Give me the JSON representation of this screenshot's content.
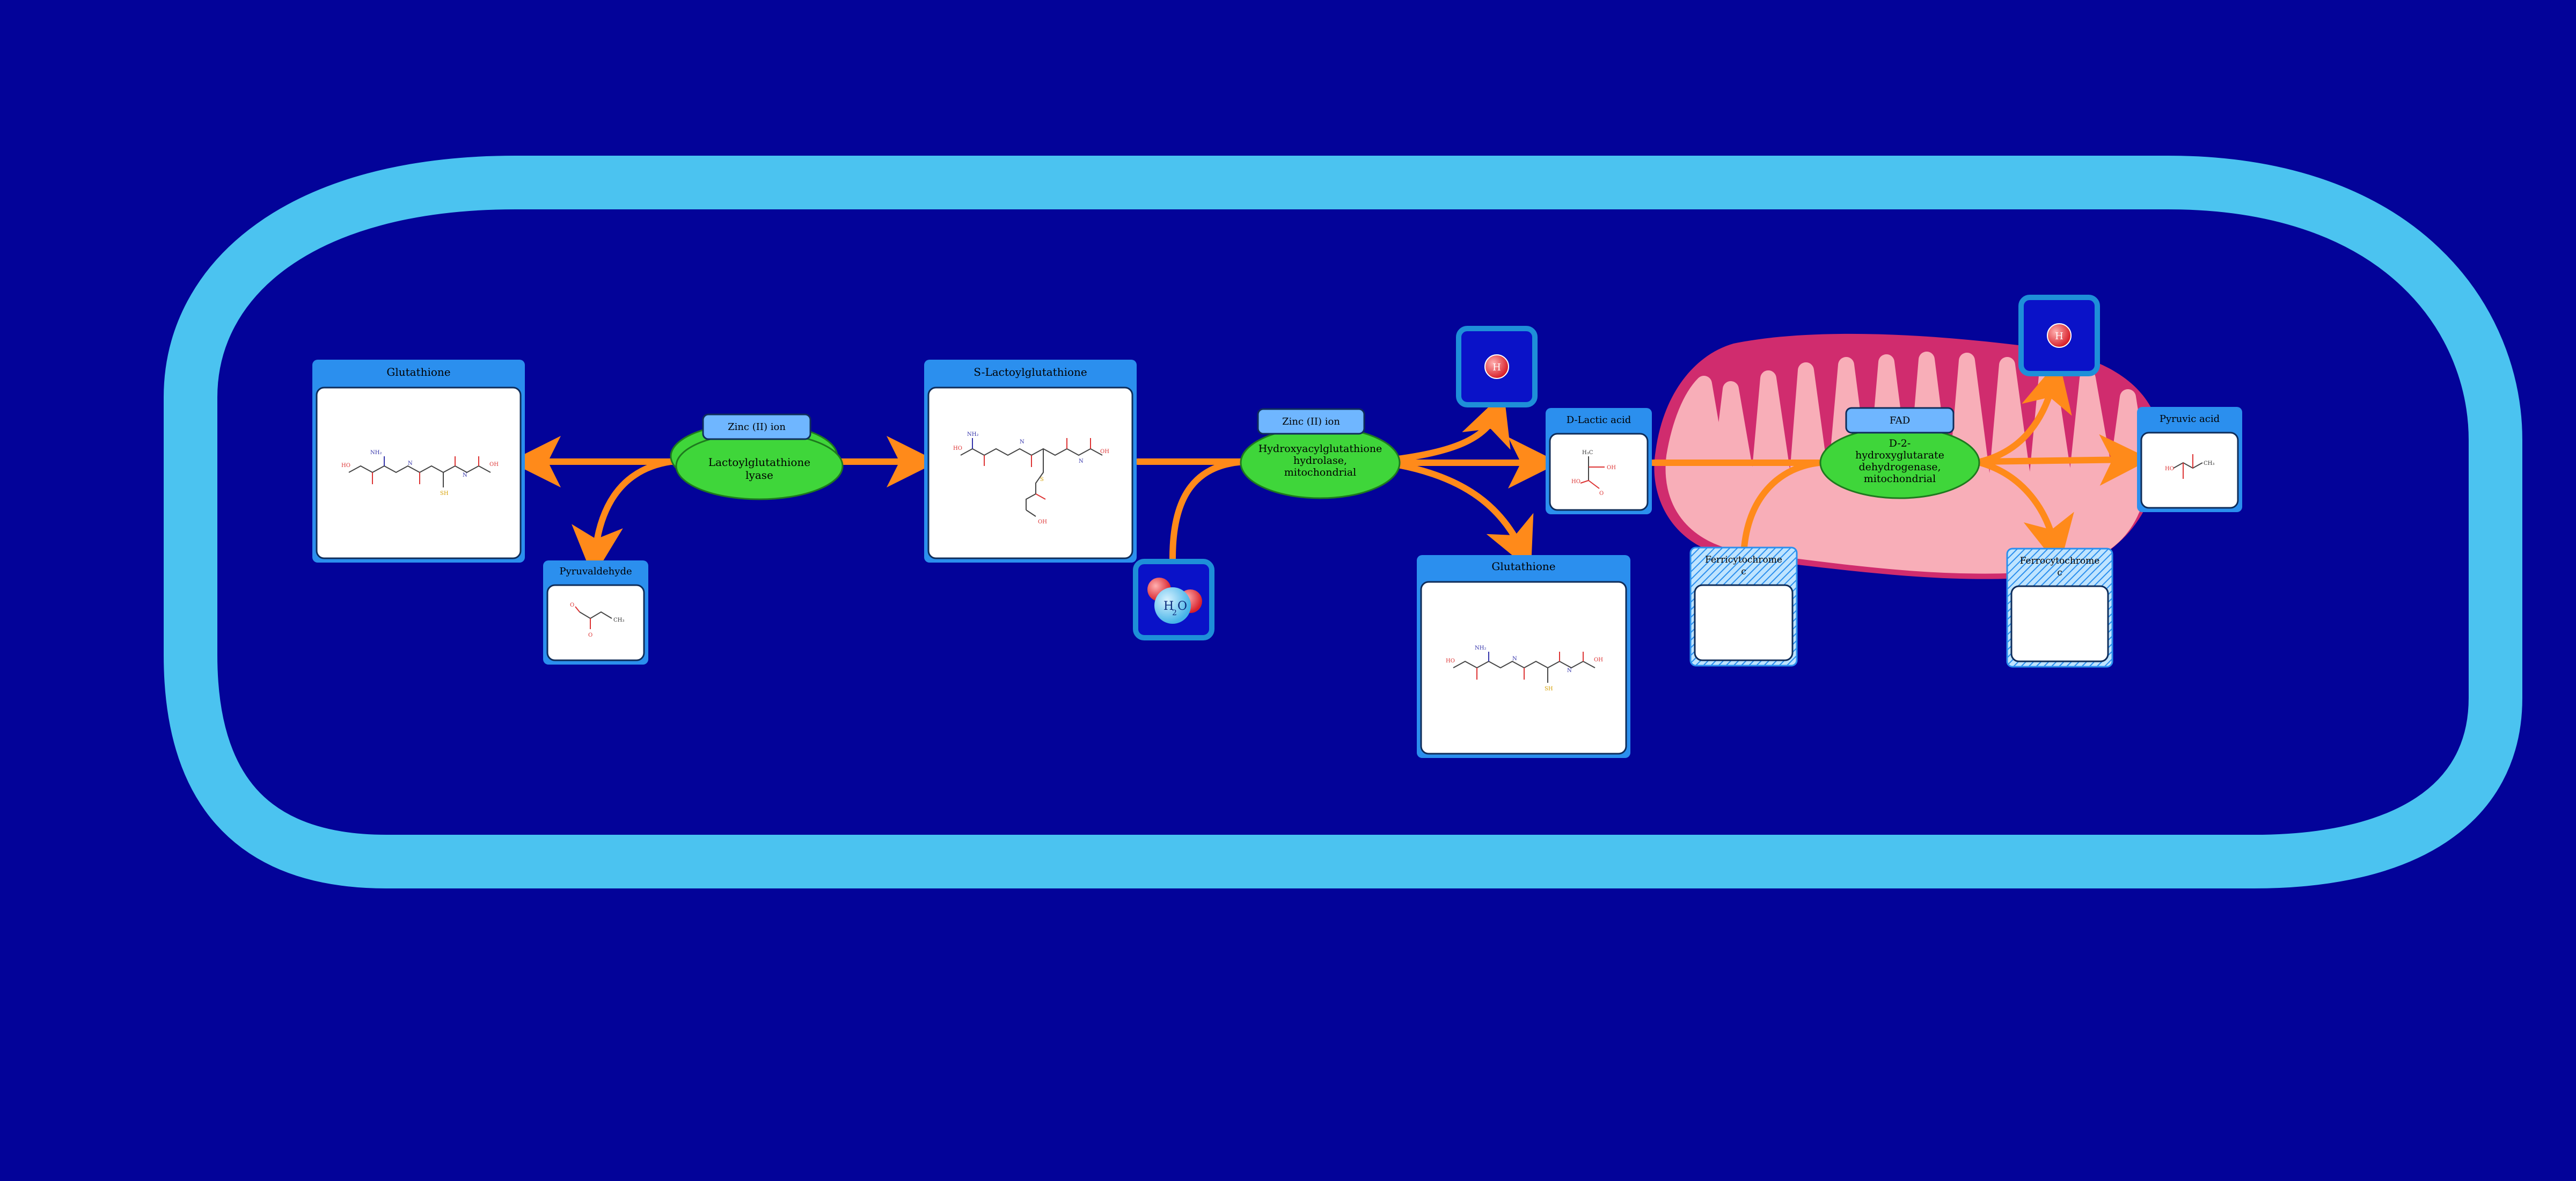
{
  "colors": {
    "background": "#030399",
    "cell_membrane": "#4BC3F0",
    "compound_header": "#2B8FEE",
    "enzyme": "#3FD63A",
    "cofactor": "#6FB6FF",
    "arrow": "#FF8A1A",
    "mito_outer": "#D02C6E",
    "mito_inner": "#F8AEB8"
  },
  "compounds": {
    "glutathione_left": "Glutathione",
    "pyruvaldehyde": "Pyruvaldehyde",
    "s_lactoylglutathione": "S-Lactoylglutathione",
    "glutathione_bottom": "Glutathione",
    "d_lactic_acid": "D-Lactic acid",
    "pyruvic_acid": "Pyruvic acid",
    "ferricytochrome": [
      "Ferricytochrome",
      "c"
    ],
    "ferrocytochrome": [
      "Ferrocytochrome",
      "c"
    ]
  },
  "enzymes": {
    "lyase": [
      "Lactoylglutathione",
      "lyase"
    ],
    "hydrolase": [
      "Hydroxyacylglutathione",
      "hydrolase,",
      "mitochondrial"
    ],
    "dehydrogenase": [
      "D-2-",
      "hydroxyglutarate",
      "dehydrogenase,",
      "mitochondrial"
    ]
  },
  "cofactors": {
    "zinc_1": "Zinc (II) ion",
    "zinc_2": "Zinc (II) ion",
    "fad": "FAD"
  },
  "small_molecules": {
    "proton_1": "H+",
    "proton_2": "H+",
    "water": "H2O",
    "water_h": "H",
    "water_sub": "2",
    "water_o": "O",
    "proton_label": "H"
  },
  "structure_labels": {
    "nh2": "NH₂",
    "ch3": "CH₃",
    "h3c": "H₃C",
    "oh": "OH",
    "ho": "HO",
    "o": "O",
    "n": "N",
    "s": "S",
    "sh": "SH"
  }
}
